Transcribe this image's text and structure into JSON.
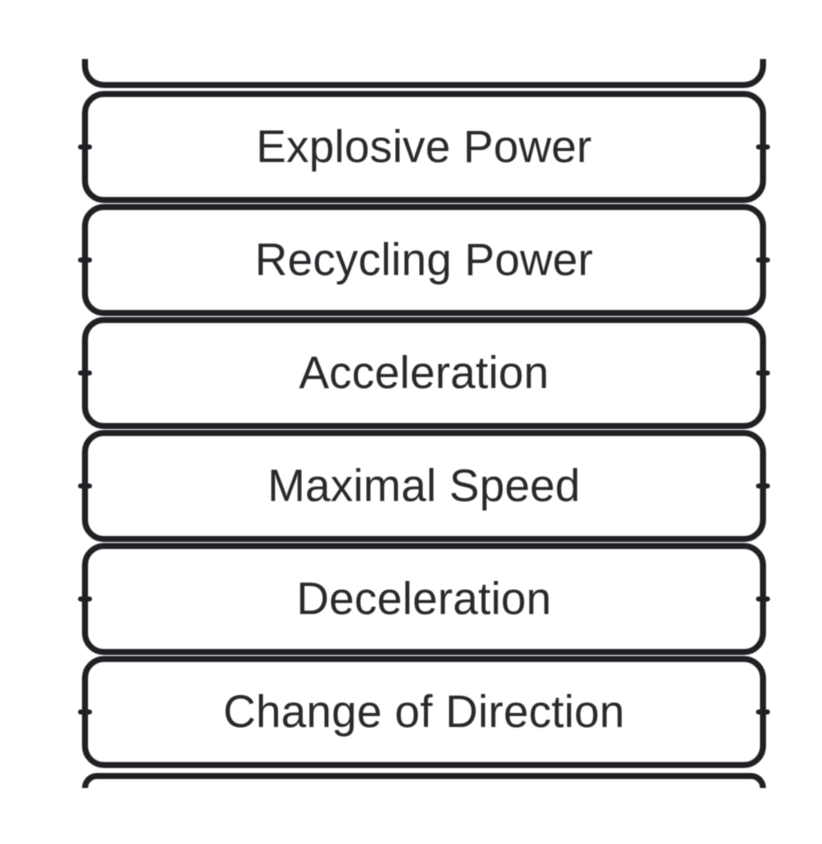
{
  "diagram": {
    "background_color": "#ffffff",
    "node_fill_color": "#ffffff",
    "node_border_color": "#1e2023",
    "node_text_color": "#26282c",
    "nodes": [
      {
        "label": "Explosive Power"
      },
      {
        "label": "Recycling Power"
      },
      {
        "label": "Acceleration"
      },
      {
        "label": "Maximal Speed"
      },
      {
        "label": "Deceleration"
      },
      {
        "label": "Change of Direction"
      }
    ],
    "clipped_nodes": {
      "top": true,
      "bottom": true
    }
  }
}
